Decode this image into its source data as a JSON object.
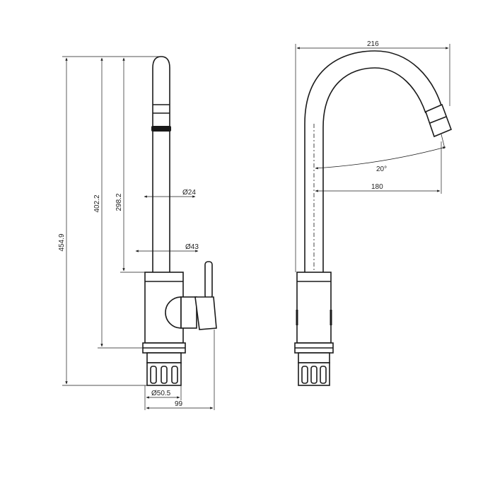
{
  "front_view": {
    "dimensions": {
      "total_height": "454.9",
      "height_to_base": "402.2",
      "spout_height": "298.2",
      "spout_diameter": "Ø24",
      "body_diameter": "Ø43",
      "base_diameter": "Ø50.5",
      "depth": "99"
    }
  },
  "side_view": {
    "dimensions": {
      "spout_reach_total": "216",
      "spout_reach": "180",
      "swivel_angle": "20°"
    }
  },
  "colors": {
    "lines": "#1a1a1a",
    "background": "#ffffff"
  }
}
